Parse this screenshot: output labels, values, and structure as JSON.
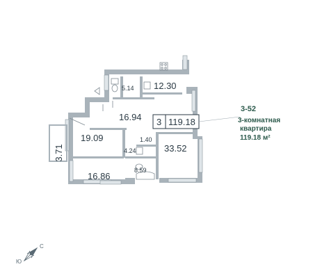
{
  "plan": {
    "rooms": [
      {
        "id": "bath-top",
        "area": "5.14"
      },
      {
        "id": "kitchen",
        "area": "12.30"
      },
      {
        "id": "hall",
        "area": "16.94"
      },
      {
        "id": "bedroom-1",
        "area": "19.09"
      },
      {
        "id": "balcony",
        "area": "3.71"
      },
      {
        "id": "corridor",
        "area": "4.24"
      },
      {
        "id": "wc",
        "area": "1.40"
      },
      {
        "id": "bathroom",
        "area": "8.59"
      },
      {
        "id": "bedroom-2",
        "area": "16.86"
      },
      {
        "id": "living",
        "area": "33.52"
      }
    ],
    "badge": {
      "rooms": "3",
      "total": "119.18"
    }
  },
  "callout": {
    "number": "3-52",
    "type_line1": "3-комнатная",
    "type_line2": "квартира",
    "area": "119.18 м²"
  },
  "compass": {
    "north": "С",
    "south": "Ю"
  },
  "colors": {
    "wall": "#a9b3ba",
    "wall_dark": "#8c979f",
    "accent": "#2c5a4c",
    "text": "#2b3a44",
    "window": "#dfe5e9"
  }
}
